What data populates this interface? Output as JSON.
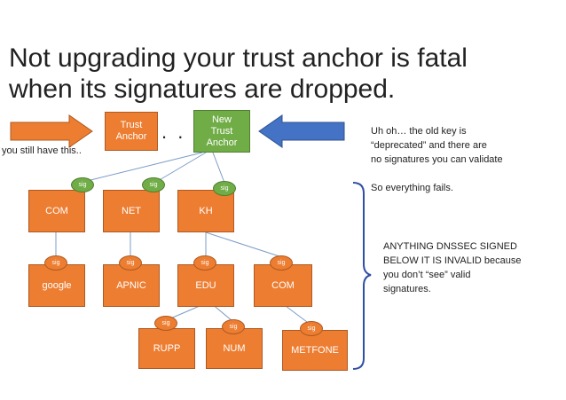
{
  "title": {
    "line1": "Not upgrading your trust anchor is fatal",
    "line2": "when its signatures are dropped."
  },
  "trust_anchor": "Trust\nAnchor",
  "ellipsis": ". . .",
  "new_trust_anchor": "New\nTrust\nAnchor",
  "left_note": "you still have this..",
  "right_note": {
    "line1": "Uh oh… the old key is",
    "line2": "“deprecated” and there are",
    "line3": "no signatures you can validate",
    "line4": "So everything fails."
  },
  "invalid_note": {
    "line1": "ANYTHING DNSSEC SIGNED",
    "line2": "BELOW IT IS INVALID because",
    "line3": "you don’t “see” valid",
    "line4": "signatures."
  },
  "sig_label": "sig",
  "tld": {
    "com": "COM",
    "net": "NET",
    "kh": "KH"
  },
  "second_level": {
    "google": "google",
    "apnic": "APNIC",
    "edu": "EDU",
    "com": "COM"
  },
  "third_level": {
    "rupp": "RUPP",
    "num": "NUM",
    "metfone": "METFONE"
  },
  "colors": {
    "orange": "#ed7d31",
    "green": "#70ad47",
    "blue_arrow": "#4472c4",
    "brace": "#2f4fa2",
    "connector": "#7a9cc6"
  }
}
